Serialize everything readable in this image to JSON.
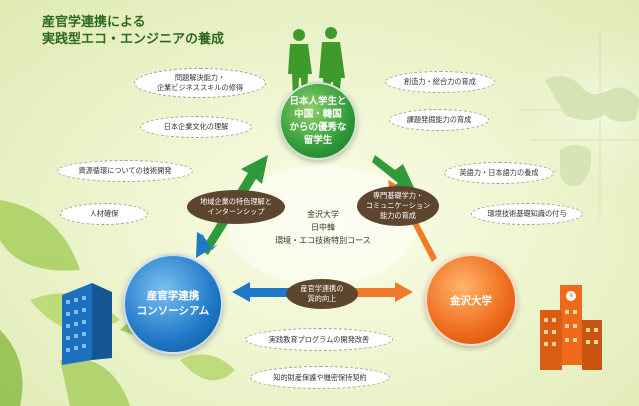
{
  "title_lines": [
    "産官学連携による",
    "実践型エコ・エンジニアの養成"
  ],
  "nodes": {
    "students": [
      "日本人学生と",
      "中国・韓国",
      "からの優秀な",
      "留学生"
    ],
    "consortium": [
      "産官学連携",
      "コンソーシアム"
    ],
    "university": "金沢大学"
  },
  "center_lines": [
    "金沢大学",
    "日中韓",
    "環境・エコ技術特別コース"
  ],
  "arrow_labels": {
    "left": [
      "地域企業の特色理解と",
      "インターンシップ"
    ],
    "right": [
      "専門基礎学力・",
      "コミュニケーション",
      "能力の育成"
    ],
    "bottom": [
      "産官学連携の",
      "質的向上"
    ]
  },
  "ovals": {
    "problem_solving": [
      "問題解決能力・",
      "企業ビジネススキルの修得"
    ],
    "corporate_culture": "日本企業文化の理解",
    "resource_tech": "資源循環についての技術開発",
    "talent": "人材確保",
    "creativity": "創造力・総合力の育成",
    "problem_finding": "課題発掘能力の育成",
    "language": "英語力・日本語力の養成",
    "env_knowledge": "環境技術基礎知識の付与",
    "education_program": "実践教育プログラムの開発改善",
    "ip_protection": "知的財産保護や機密保持契約"
  },
  "colors": {
    "students": "#2f9a3a",
    "consortium": "#1f78c8",
    "university": "#ee6a1a",
    "pill": "#5e4530",
    "title": "#2e6a1e"
  }
}
